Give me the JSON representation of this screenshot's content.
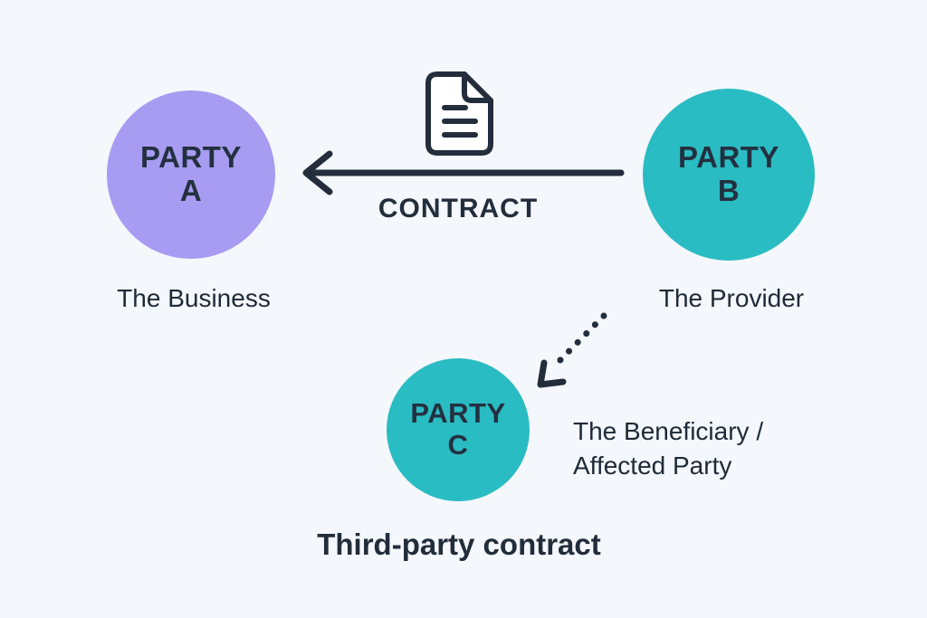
{
  "canvas": {
    "background_color": "#f4f7fb",
    "ink_color": "#232d3c"
  },
  "diagram": {
    "party_a": {
      "name_line1": "PARTY",
      "name_line2": "A",
      "caption": "The Business",
      "color": "#a79cf2"
    },
    "party_b": {
      "name_line1": "PARTY",
      "name_line2": "B",
      "caption": "The Provider",
      "color": "#2abcc3"
    },
    "party_c": {
      "name_line1": "PARTY",
      "name_line2": "C",
      "caption_line1": "The Beneficiary /",
      "caption_line2": "Affected Party",
      "color": "#2abcc3"
    },
    "contract_arrow": {
      "label": "CONTRACT",
      "icon": "document-icon",
      "style": "solid",
      "direction": "party_b_to_party_a"
    },
    "third_party_arrow": {
      "style": "dotted",
      "direction": "party_b_to_party_c"
    },
    "footer_caption": "Third-party contract"
  }
}
